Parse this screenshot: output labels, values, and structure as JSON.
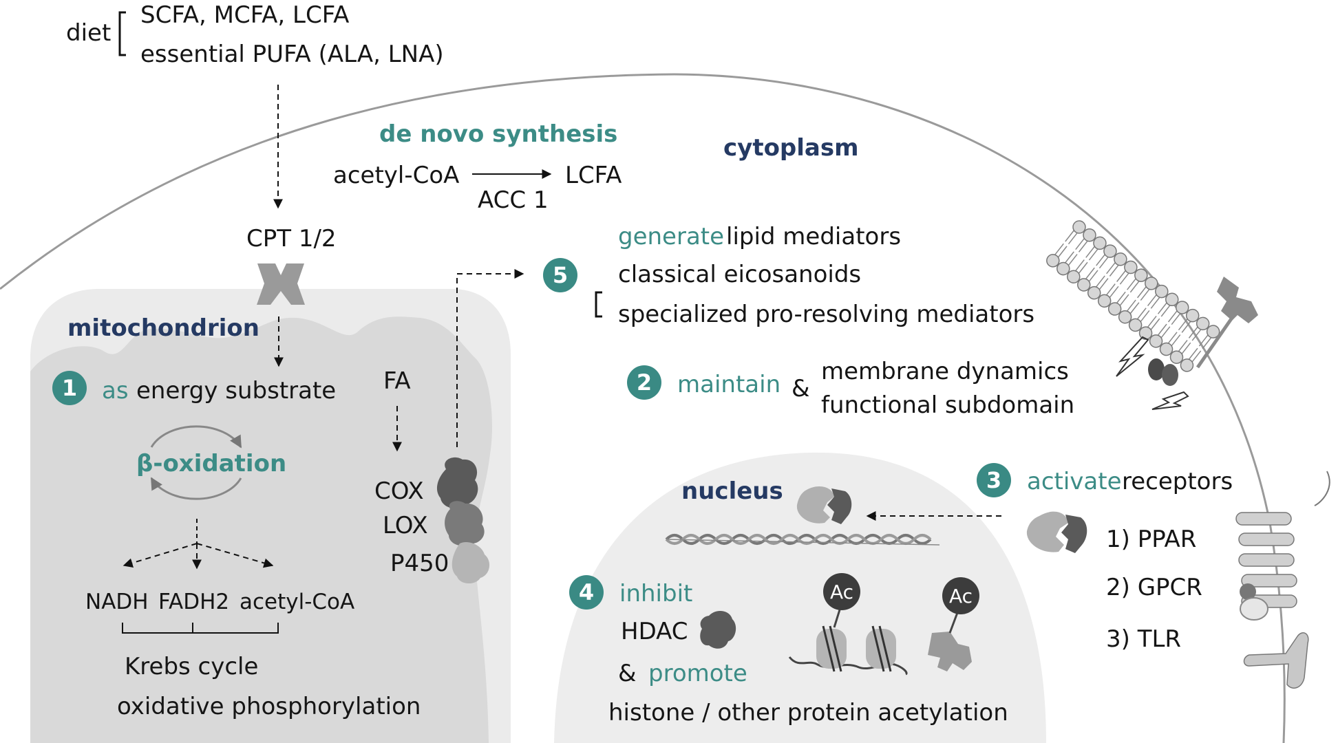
{
  "diet": {
    "label": "diet",
    "item1": "SCFA, MCFA, LCFA",
    "item2": "essential PUFA (ALA, LNA)"
  },
  "synthesis": {
    "title": "de novo synthesis",
    "substrate": "acetyl-CoA",
    "product": "LCFA",
    "enzyme": "ACC 1"
  },
  "compartments": {
    "cytoplasm": "cytoplasm",
    "mitochondrion": "mitochondrion",
    "nucleus": "nucleus"
  },
  "transporter": {
    "label": "CPT 1/2"
  },
  "function1": {
    "number": "1",
    "verb": "as",
    "text": "energy substrate",
    "cycle": "β-oxidation",
    "products": [
      "NADH",
      "FADH2",
      "acetyl-CoA"
    ],
    "outcome1": "Krebs cycle",
    "outcome2": "oxidative phosphorylation"
  },
  "enzymes": {
    "substrate": "FA",
    "list": [
      "COX",
      "LOX",
      "P450"
    ]
  },
  "function5": {
    "number": "5",
    "verb": "generate",
    "text": "lipid mediators",
    "item1": "classical eicosanoids",
    "item2": "specialized pro-resolving mediators"
  },
  "function2": {
    "number": "2",
    "verb": "maintain",
    "amp": "&",
    "item1": "membrane dynamics",
    "item2": "functional subdomain"
  },
  "function3": {
    "number": "3",
    "verb": "activate",
    "text": "receptors",
    "receptors": [
      "1) PPAR",
      "2) GPCR",
      "3) TLR"
    ]
  },
  "function4": {
    "number": "4",
    "verb": "inhibit",
    "target": "HDAC",
    "amp": "&",
    "verb2": "promote",
    "text": "histone / other protein acetylation",
    "ac_label": "Ac"
  },
  "colors": {
    "teal": "#3c8c86",
    "navy": "#253a63",
    "badge": "#3a8a84",
    "mito_fill": "#d9d9d9",
    "nucleus_fill": "#ededed"
  }
}
